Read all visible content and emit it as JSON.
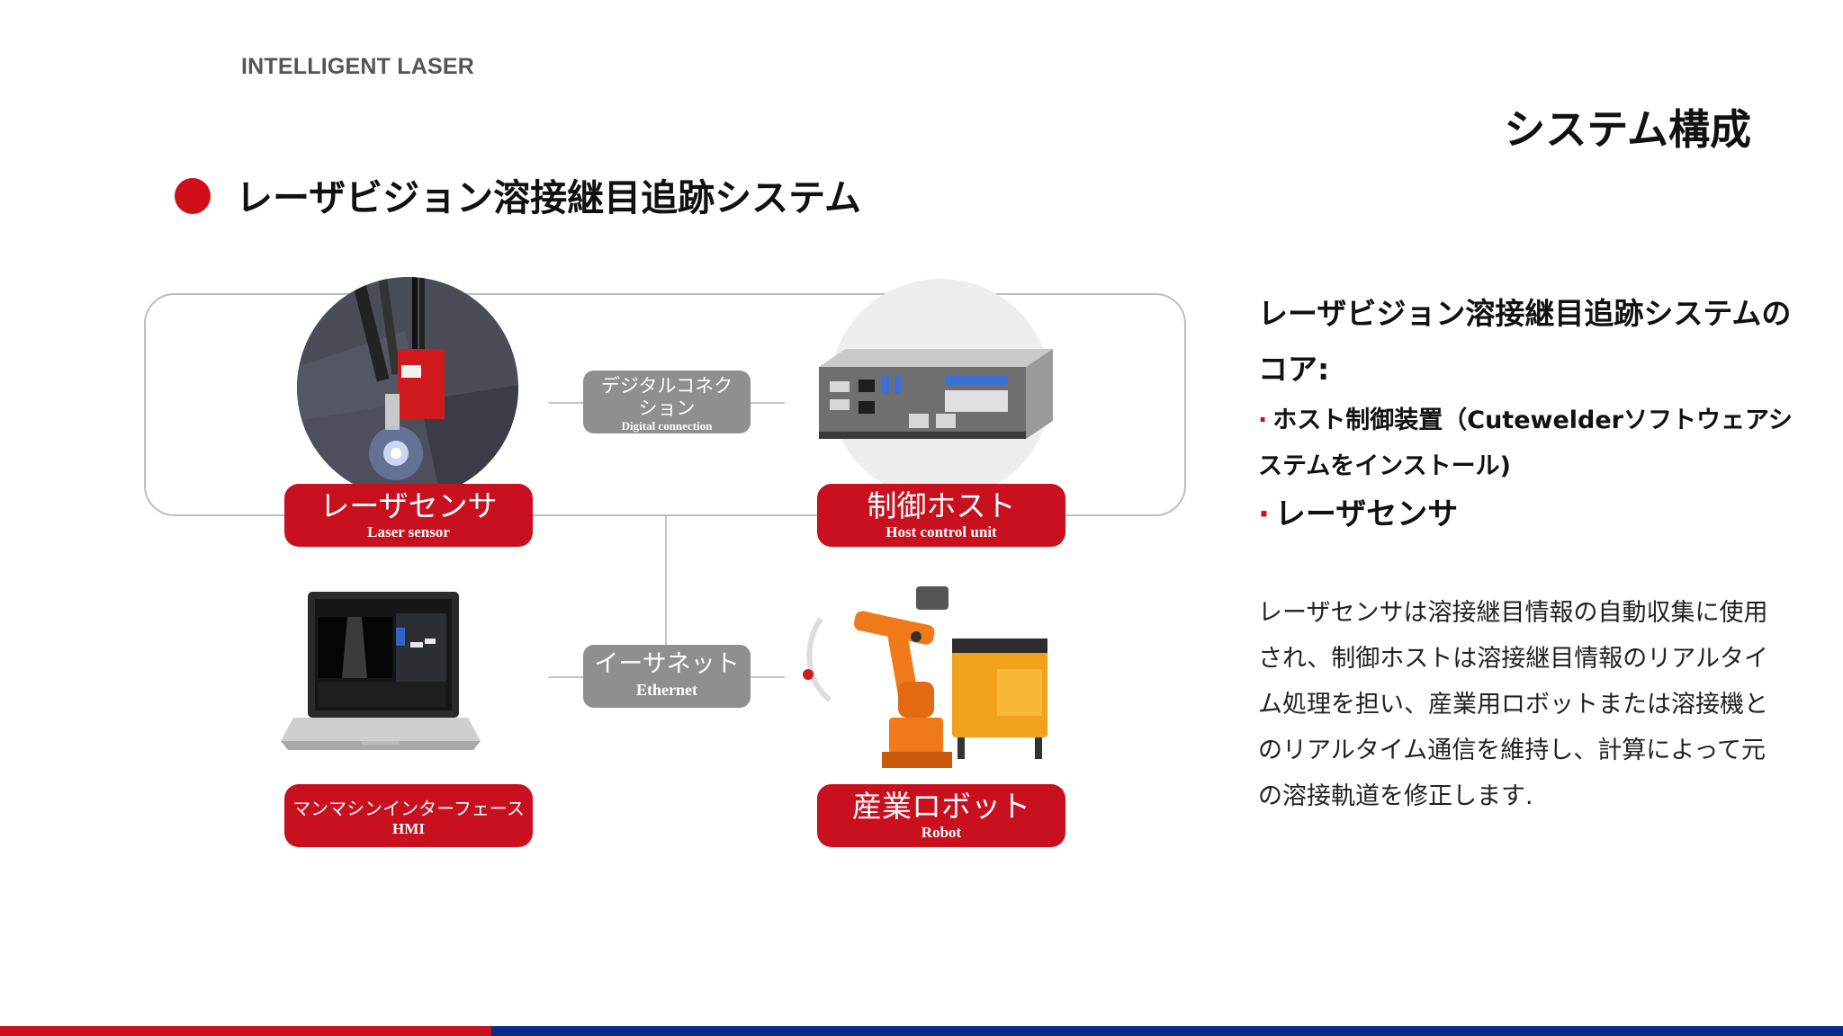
{
  "header": {
    "brand": "INTELLIGENT LASER",
    "section_title": "システム構成",
    "heading": "レーザビジョン溶接継目追跡システム"
  },
  "diagram": {
    "laser_sensor": {
      "jp": "レーザセンサ",
      "en": "Laser sensor"
    },
    "host": {
      "jp": "制御ホスト",
      "en": "Host control unit"
    },
    "hmi": {
      "jp": "マンマシンインターフェース",
      "en": "HMI"
    },
    "robot": {
      "jp": "産業ロボット",
      "en": "Robot"
    },
    "digital": {
      "jp": "デジタルコネクション",
      "en": "Digital connection"
    },
    "ethernet": {
      "jp": "イーサネット",
      "en": "Ethernet"
    }
  },
  "core": {
    "title": "レーザビジョン溶接継目追跡システムのコア:",
    "bullets": [
      "ホスト制御装置（Cutewelderソフトウェアシステムをインストール)",
      "レーザセンサ"
    ],
    "description": "レーザセンサは溶接継目情報の自動収集に使用され、制御ホストは溶接継目情報のリアルタイム処理を担い、産業用ロボットまたは溶接機とのリアルタイム通信を維持し、計算によって元の溶接軌道を修正します."
  },
  "colors": {
    "accent_red": "#c8101e",
    "accent_blue": "#0d2c86",
    "label_grey": "#8f8f8f"
  }
}
